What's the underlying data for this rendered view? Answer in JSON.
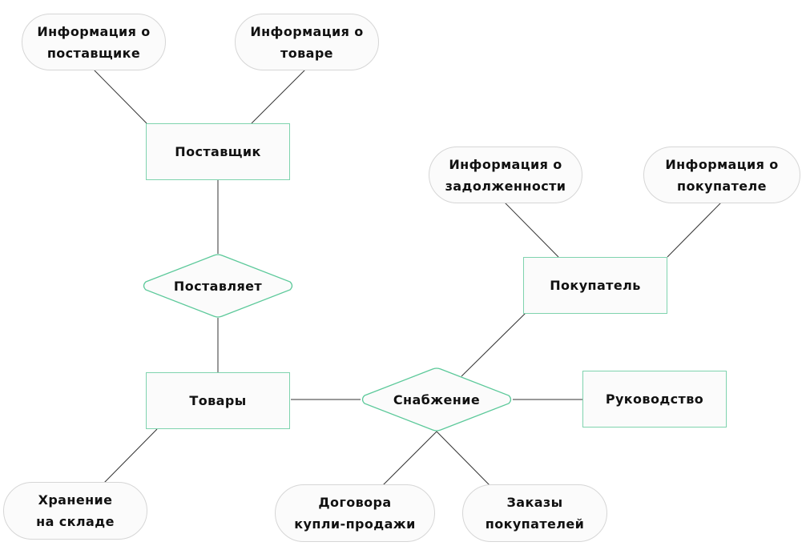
{
  "diagram": {
    "type": "er-diagram",
    "colors": {
      "entity_border": "#7fd3ae",
      "relationship_border": "#5cc99a",
      "attribute_border": "#d6d6d6",
      "fill": "#fbfbfb",
      "line": "#333333",
      "text": "#111111"
    },
    "entities": [
      {
        "id": "supplier",
        "label": "Поставщик"
      },
      {
        "id": "goods",
        "label": "Товары"
      },
      {
        "id": "customer",
        "label": "Покупатель"
      },
      {
        "id": "management",
        "label": "Руководство"
      }
    ],
    "relationships": [
      {
        "id": "supplies",
        "label": "Поставляет"
      },
      {
        "id": "provisioning",
        "label": "Снабжение"
      }
    ],
    "attributes": [
      {
        "id": "supplier-info",
        "label": "Информация о\nпоставщике"
      },
      {
        "id": "product-info",
        "label": "Информация о\nтоваре"
      },
      {
        "id": "debt-info",
        "label": "Информация о\nзадолженности"
      },
      {
        "id": "customer-info",
        "label": "Информация о\nпокупателе"
      },
      {
        "id": "storage",
        "label": "Хранение\nна складе"
      },
      {
        "id": "contracts",
        "label": "Договора\nкупли-продажи"
      },
      {
        "id": "orders",
        "label": "Заказы\nпокупателей"
      }
    ],
    "connections": [
      {
        "from": "supplier-info",
        "to": "supplier"
      },
      {
        "from": "product-info",
        "to": "supplier"
      },
      {
        "from": "supplier",
        "to": "supplies"
      },
      {
        "from": "supplies",
        "to": "goods"
      },
      {
        "from": "goods",
        "to": "storage"
      },
      {
        "from": "goods",
        "to": "provisioning"
      },
      {
        "from": "provisioning",
        "to": "customer"
      },
      {
        "from": "provisioning",
        "to": "management"
      },
      {
        "from": "provisioning",
        "to": "contracts"
      },
      {
        "from": "provisioning",
        "to": "orders"
      },
      {
        "from": "debt-info",
        "to": "customer"
      },
      {
        "from": "customer-info",
        "to": "customer"
      }
    ]
  }
}
